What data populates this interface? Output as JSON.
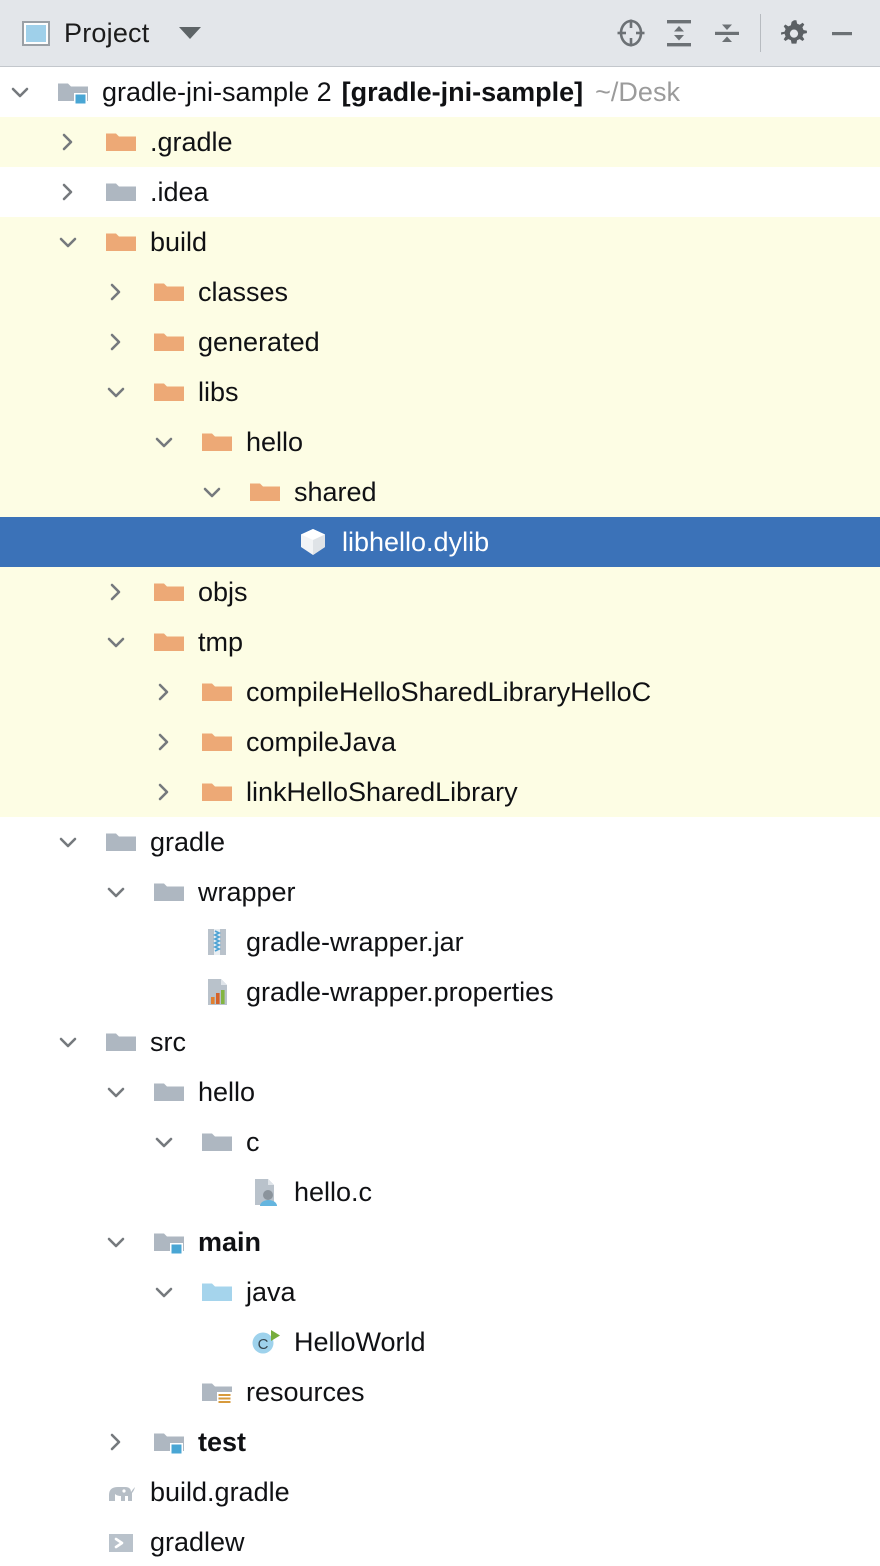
{
  "toolwindow": {
    "title": "Project",
    "title_icon": "project-window-icon",
    "dropdown_icon": "chevron-down-icon",
    "actions": [
      {
        "name": "select-opened-file-button",
        "icon": "crosshair-target-icon"
      },
      {
        "name": "expand-all-button",
        "icon": "expand-all-icon"
      },
      {
        "name": "collapse-all-button",
        "icon": "collapse-all-icon"
      },
      {
        "name": "settings-button",
        "icon": "gear-icon"
      },
      {
        "name": "hide-button",
        "icon": "minimize-icon"
      }
    ]
  },
  "colors": {
    "header_bg": "#e3e6ea",
    "tree_bg": "#ffffff",
    "excluded_bg": "#fdfde4",
    "selection_bg": "#3b72b8",
    "selection_fg": "#ffffff",
    "folder_orange": "#eda976",
    "folder_gray": "#aeb7c1",
    "folder_blue": "#a5d4ec",
    "module_badge": "#49a6d4",
    "text": "#101114",
    "muted_text": "#9b9b9b",
    "arrow": "#75797d"
  },
  "tree": {
    "rows": [
      {
        "name": "tree-row-gradle-jni-sample",
        "label": "gradle-jni-sample 2",
        "bracket": "[gradle-jni-sample]",
        "path": "~/Desk",
        "depth": 0,
        "icon": "module-folder-icon",
        "state": "expanded",
        "bg": "default",
        "bold": false
      },
      {
        "name": "tree-row-dot-gradle",
        "label": ".gradle",
        "depth": 1,
        "icon": "folder-orange-icon",
        "state": "collapsed",
        "bg": "excluded",
        "bold": false
      },
      {
        "name": "tree-row-dot-idea",
        "label": ".idea",
        "depth": 1,
        "icon": "folder-gray-icon",
        "state": "collapsed",
        "bg": "default",
        "bold": false
      },
      {
        "name": "tree-row-build",
        "label": "build",
        "depth": 1,
        "icon": "folder-orange-icon",
        "state": "expanded",
        "bg": "excluded",
        "bold": false
      },
      {
        "name": "tree-row-classes",
        "label": "classes",
        "depth": 2,
        "icon": "folder-orange-icon",
        "state": "collapsed",
        "bg": "excluded",
        "bold": false
      },
      {
        "name": "tree-row-generated",
        "label": "generated",
        "depth": 2,
        "icon": "folder-orange-icon",
        "state": "collapsed",
        "bg": "excluded",
        "bold": false
      },
      {
        "name": "tree-row-libs",
        "label": "libs",
        "depth": 2,
        "icon": "folder-orange-icon",
        "state": "expanded",
        "bg": "excluded",
        "bold": false
      },
      {
        "name": "tree-row-libs-hello",
        "label": "hello",
        "depth": 3,
        "icon": "folder-orange-icon",
        "state": "expanded",
        "bg": "excluded",
        "bold": false
      },
      {
        "name": "tree-row-shared",
        "label": "shared",
        "depth": 4,
        "icon": "folder-orange-icon",
        "state": "expanded",
        "bg": "excluded",
        "bold": false
      },
      {
        "name": "tree-row-libhello-dylib",
        "label": "libhello.dylib",
        "depth": 5,
        "icon": "binary-library-icon",
        "state": "leaf",
        "bg": "selected",
        "bold": false
      },
      {
        "name": "tree-row-objs",
        "label": "objs",
        "depth": 2,
        "icon": "folder-orange-icon",
        "state": "collapsed",
        "bg": "excluded",
        "bold": false
      },
      {
        "name": "tree-row-tmp",
        "label": "tmp",
        "depth": 2,
        "icon": "folder-orange-icon",
        "state": "expanded",
        "bg": "excluded",
        "bold": false
      },
      {
        "name": "tree-row-compilehellosharedlibraryhelloc",
        "label": "compileHelloSharedLibraryHelloC",
        "depth": 3,
        "icon": "folder-orange-icon",
        "state": "collapsed",
        "bg": "excluded",
        "bold": false
      },
      {
        "name": "tree-row-compilejava",
        "label": "compileJava",
        "depth": 3,
        "icon": "folder-orange-icon",
        "state": "collapsed",
        "bg": "excluded",
        "bold": false
      },
      {
        "name": "tree-row-linkhellosharedlibrary",
        "label": "linkHelloSharedLibrary",
        "depth": 3,
        "icon": "folder-orange-icon",
        "state": "collapsed",
        "bg": "excluded",
        "bold": false
      },
      {
        "name": "tree-row-gradle",
        "label": "gradle",
        "depth": 1,
        "icon": "folder-gray-icon",
        "state": "expanded",
        "bg": "default",
        "bold": false
      },
      {
        "name": "tree-row-wrapper",
        "label": "wrapper",
        "depth": 2,
        "icon": "folder-gray-icon",
        "state": "expanded",
        "bg": "default",
        "bold": false
      },
      {
        "name": "tree-row-gradle-wrapper-jar",
        "label": "gradle-wrapper.jar",
        "depth": 3,
        "icon": "archive-jar-icon",
        "state": "leaf",
        "bg": "default",
        "bold": false
      },
      {
        "name": "tree-row-gradle-wrapper-properties",
        "label": "gradle-wrapper.properties",
        "depth": 3,
        "icon": "properties-file-icon",
        "state": "leaf",
        "bg": "default",
        "bold": false
      },
      {
        "name": "tree-row-src",
        "label": "src",
        "depth": 1,
        "icon": "folder-gray-icon",
        "state": "expanded",
        "bg": "default",
        "bold": false
      },
      {
        "name": "tree-row-src-hello",
        "label": "hello",
        "depth": 2,
        "icon": "folder-gray-icon",
        "state": "expanded",
        "bg": "default",
        "bold": false
      },
      {
        "name": "tree-row-c",
        "label": "c",
        "depth": 3,
        "icon": "folder-gray-icon",
        "state": "expanded",
        "bg": "default",
        "bold": false
      },
      {
        "name": "tree-row-hello-c",
        "label": "hello.c",
        "depth": 4,
        "icon": "c-source-file-icon",
        "state": "leaf",
        "bg": "default",
        "bold": false
      },
      {
        "name": "tree-row-main",
        "label": "main",
        "depth": 2,
        "icon": "module-folder-icon",
        "state": "expanded",
        "bg": "default",
        "bold": true
      },
      {
        "name": "tree-row-java",
        "label": "java",
        "depth": 3,
        "icon": "folder-sources-blue-icon",
        "state": "expanded",
        "bg": "default",
        "bold": false
      },
      {
        "name": "tree-row-helloworld",
        "label": "HelloWorld",
        "depth": 4,
        "icon": "java-class-runnable-icon",
        "state": "leaf",
        "bg": "default",
        "bold": false
      },
      {
        "name": "tree-row-resources",
        "label": "resources",
        "depth": 3,
        "icon": "folder-resources-icon",
        "state": "leaf",
        "bg": "default",
        "bold": false
      },
      {
        "name": "tree-row-test",
        "label": "test",
        "depth": 2,
        "icon": "module-folder-icon",
        "state": "collapsed",
        "bg": "default",
        "bold": true
      },
      {
        "name": "tree-row-build-gradle",
        "label": "build.gradle",
        "depth": 1,
        "icon": "gradle-elephant-icon",
        "state": "leaf",
        "bg": "default",
        "bold": false
      },
      {
        "name": "tree-row-gradlew",
        "label": "gradlew",
        "depth": 1,
        "icon": "shell-script-icon",
        "state": "leaf",
        "bg": "default",
        "bold": false
      }
    ]
  }
}
